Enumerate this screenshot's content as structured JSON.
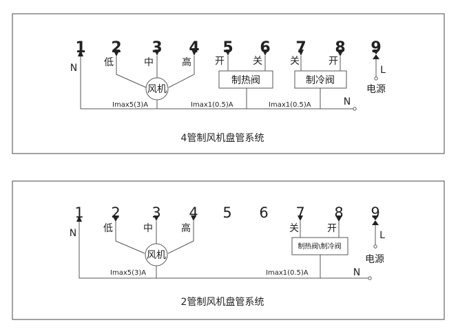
{
  "diagram1": {
    "terminals": [
      "1",
      "2",
      "3",
      "4",
      "5",
      "6",
      "7",
      "8",
      "9"
    ],
    "n_left": "N",
    "fan_speeds": {
      "low": "低",
      "mid": "中",
      "high": "高"
    },
    "fan": "风机",
    "heat_open": "开",
    "heat_close": "关",
    "heat_valve": "制热阀",
    "cool_close": "关",
    "cool_open": "开",
    "cool_valve": "制冷阀",
    "l_label": "L",
    "power": "电源",
    "n_right": "N",
    "rating_fan": "Imax5(3)A",
    "rating_heat": "Imax1(0.5)A",
    "rating_cool": "Imax1(0.5)A",
    "caption": "4管制风机盘管系统"
  },
  "diagram2": {
    "terminals": [
      "1",
      "2",
      "3",
      "4",
      "5",
      "6",
      "7",
      "8",
      "9"
    ],
    "n_left": "N",
    "fan_speeds": {
      "low": "低",
      "mid": "中",
      "high": "高"
    },
    "fan": "风机",
    "valve_close": "关",
    "valve_open": "开",
    "valve": "制热阀\\制冷阀",
    "l_label": "L",
    "power": "电源",
    "n_right": "N",
    "rating_fan": "Imax5(3)A",
    "rating_valve": "Imax1(0.5)A",
    "caption": "2管制风机盘管系统"
  }
}
